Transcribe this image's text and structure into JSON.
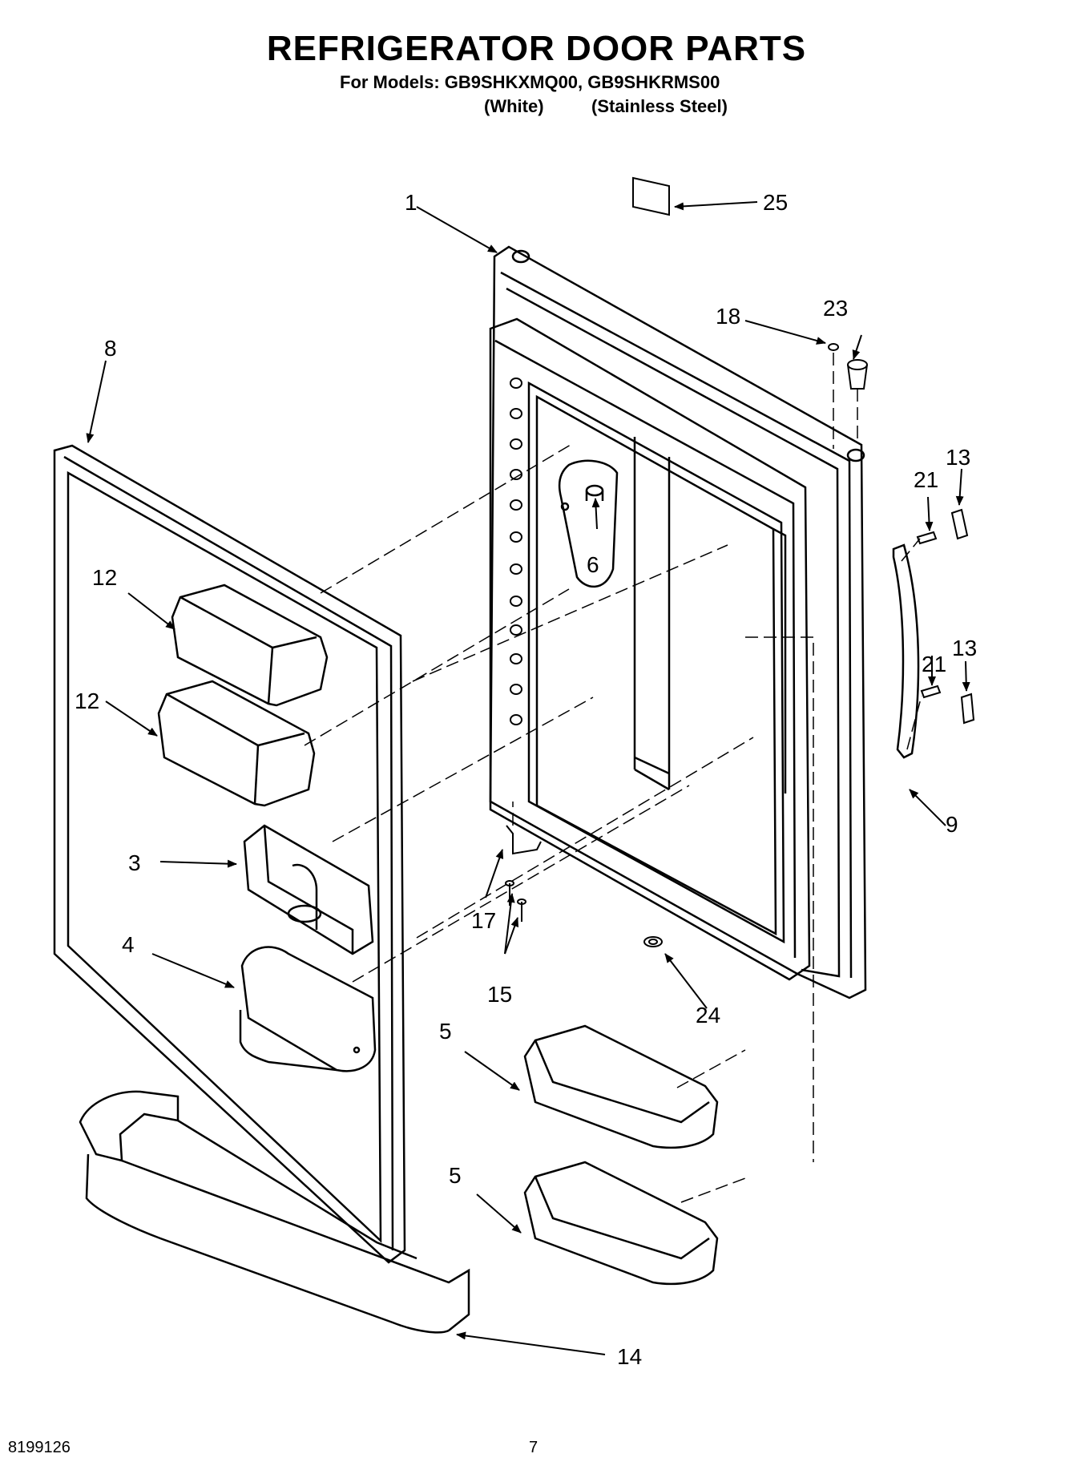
{
  "header": {
    "title": "REFRIGERATOR DOOR PARTS",
    "models_line": "For Models: GB9SHKXMQ00, GB9SHKRMS00",
    "variant_white": "(White)",
    "variant_stainless": "(Stainless Steel)"
  },
  "callouts": {
    "c1": "1",
    "c25": "25",
    "c18": "18",
    "c23": "23",
    "c8": "8",
    "c21a": "21",
    "c13a": "13",
    "c12a": "12",
    "c6": "6",
    "c12b": "12",
    "c21b": "21",
    "c13b": "13",
    "c9": "9",
    "c3": "3",
    "c17": "17",
    "c4": "4",
    "c15": "15",
    "c24": "24",
    "c5a": "5",
    "c5b": "5",
    "c14": "14"
  },
  "footer": {
    "doc_number": "8199126",
    "page_number": "7"
  }
}
